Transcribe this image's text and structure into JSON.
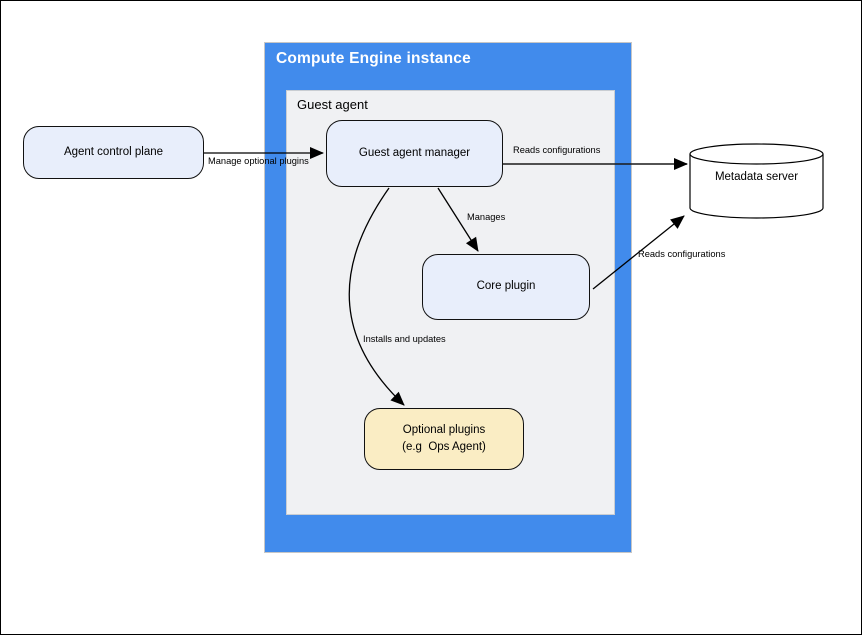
{
  "containers": {
    "compute_engine": {
      "title": "Compute Engine instance",
      "bg_color": "#418BEC"
    },
    "guest_agent": {
      "title": "Guest agent",
      "bg_color": "#F0F1F3"
    }
  },
  "nodes": {
    "agent_control_plane": {
      "label": "Agent control plane",
      "fill": "#E8EEFB"
    },
    "guest_agent_manager": {
      "label": "Guest agent manager",
      "fill": "#E8EEFB"
    },
    "core_plugin": {
      "label": "Core plugin",
      "fill": "#E8EEFB"
    },
    "optional_plugins": {
      "label": "Optional plugins\n(e.g  Ops Agent)",
      "fill": "#FAEDC4"
    },
    "metadata_server": {
      "label": "Metadata server",
      "fill": "#FFFFFF",
      "shape": "cylinder"
    }
  },
  "edges": {
    "acp_to_manager": {
      "label": "Manage optional plugins",
      "from": "agent_control_plane",
      "to": "guest_agent_manager"
    },
    "manager_to_metadata": {
      "label": "Reads configurations",
      "from": "guest_agent_manager",
      "to": "metadata_server"
    },
    "manager_to_core": {
      "label": "Manages",
      "from": "guest_agent_manager",
      "to": "core_plugin"
    },
    "manager_to_optional": {
      "label": "Installs and updates",
      "from": "guest_agent_manager",
      "to": "optional_plugins"
    },
    "core_to_metadata": {
      "label": "Reads configurations",
      "from": "core_plugin",
      "to": "metadata_server"
    }
  }
}
